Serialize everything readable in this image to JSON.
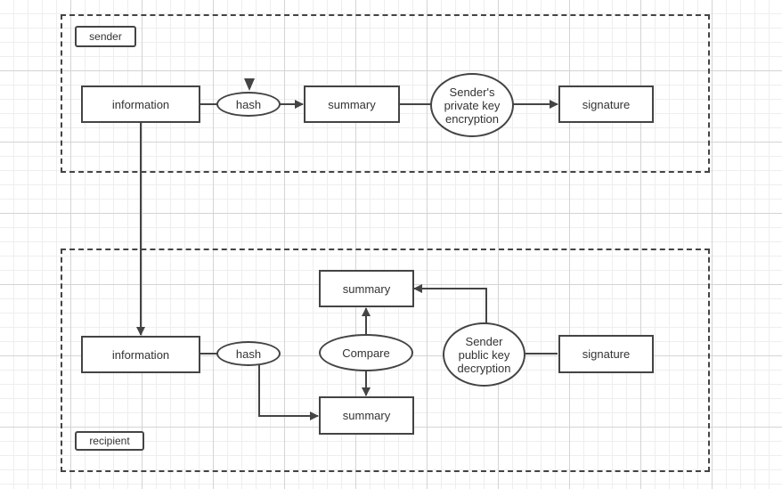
{
  "sender_panel": {
    "label": "sender",
    "nodes": {
      "information": "information",
      "hash": "hash",
      "summary": "summary",
      "encryption": "Sender's private key encryption",
      "signature": "signature"
    }
  },
  "recipient_panel": {
    "label": "recipient",
    "nodes": {
      "information": "information",
      "hash": "hash",
      "summary_top": "summary",
      "compare": "Compare",
      "summary_bottom": "summary",
      "decryption": "Sender public key decryption",
      "signature": "signature"
    }
  },
  "colors": {
    "stroke": "#444444",
    "grid": "#d4d4d4",
    "fill": "#ffffff"
  }
}
